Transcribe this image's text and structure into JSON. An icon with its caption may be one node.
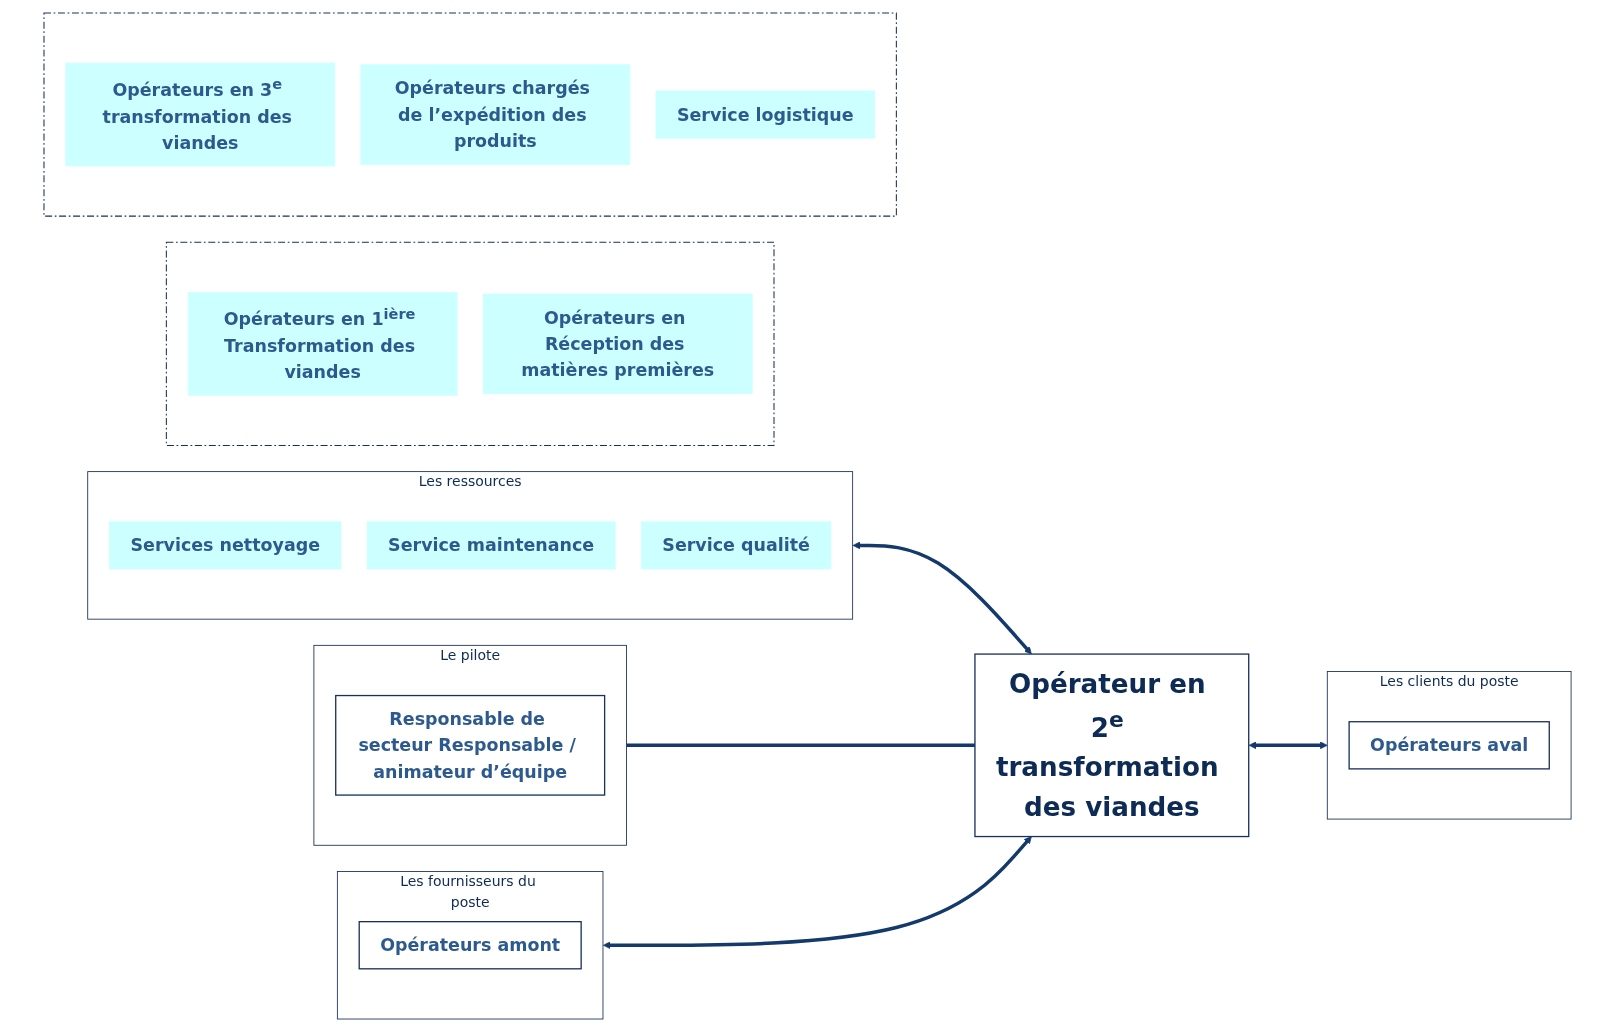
{
  "diagram": {
    "nodes": [
      {
        "text": [
          "Les ressources"
        ]
      },
      {
        "text": [
          "Services nettoyage"
        ],
        "in": 0
      },
      {
        "text": [
          "Service maintenance"
        ],
        "in": 0
      },
      {
        "text": [
          "Service qualité"
        ],
        "in": 0
      },
      {
        "text": [
          "Le pilote"
        ]
      },
      {
        "text": [
          "Responsable de secteur Responsable / animateur d’équipe"
        ],
        "in": 4
      },
      {
        "text": [
          "Opérateur en 2$^{e}$ transformation des viandes"
        ]
      },
      {
        "text": [
          "Les fournisseurs du poste"
        ]
      },
      {
        "text": [
          "Opérateurs amont"
        ],
        "in": 7
      },
      {
        "text": [],
        "shape": "box"
      },
      {
        "text": [
          "Opérateurs en 1$^{ière}$ Transformation des viandes"
        ],
        "in": 9
      },
      {
        "text": [
          "Opérateurs en Réception des matières premières"
        ],
        "in": 9
      },
      {
        "text": [
          "Les clients du poste"
        ]
      },
      {
        "text": [
          "Opérateurs aval"
        ],
        "in": 12
      },
      {
        "text": [],
        "shape": "box"
      },
      {
        "text": [
          "Opérateurs en 3$^{e}$ transformation des viandes"
        ],
        "in": 14
      },
      {
        "text": [
          "Opérateurs chargés de l’expédition des produits"
        ],
        "in": 14
      },
      {
        "text": [
          "Service logistique"
        ],
        "in": 14
      }
    ],
    "edges": [
      {
        "from": 0,
        "to": 6,
        "arrow": "both"
      },
      {
        "from": 4,
        "to": 6,
        "arrow": "none"
      },
      {
        "from": 7,
        "to": 6,
        "arrow": "both"
      },
      {
        "from": 6,
        "to": 12,
        "arrow": "both"
      }
    ]
  }
}
